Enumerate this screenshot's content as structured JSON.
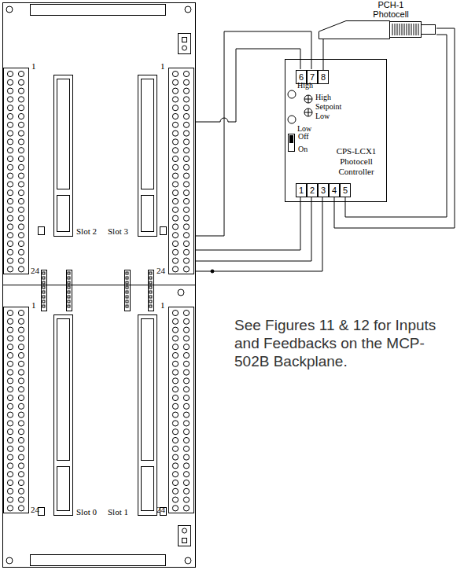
{
  "diagram": {
    "nodes": [
      {
        "text": [
          "PCH-1 Photocell"
        ]
      },
      {
        "text": [
          "CPS-LCX1 Photocell Controller"
        ]
      },
      {
        "text": [
          "6"
        ],
        "in": 1
      },
      {
        "text": [
          "7"
        ],
        "in": 1
      },
      {
        "text": [
          "8"
        ],
        "in": 1
      },
      {
        "text": [
          "1"
        ],
        "in": 1
      },
      {
        "text": [
          "2"
        ],
        "in": 1
      },
      {
        "text": [
          "3"
        ],
        "in": 1
      },
      {
        "text": [
          "4"
        ],
        "in": 1
      },
      {
        "text": [
          "5"
        ],
        "in": 1
      }
    ],
    "edges": [
      {
        "from": 4,
        "to": 0,
        "arrow": "none"
      },
      {
        "from": 0,
        "to": 8,
        "arrow": "none"
      },
      {
        "from": 0,
        "to": 9,
        "arrow": "none"
      }
    ],
    "labels": [
      "1",
      "24",
      "1",
      "24",
      "Slot 2",
      "Slot 3",
      "1",
      "24",
      "1",
      "24",
      "Slot 0",
      "Slot 1",
      "High",
      "High",
      "Setpoint",
      "Low",
      "Low",
      "Off",
      "On",
      "See Figures 11 & 12 for Inputs and Feedbacks on the MCP-502B Backplane."
    ]
  }
}
